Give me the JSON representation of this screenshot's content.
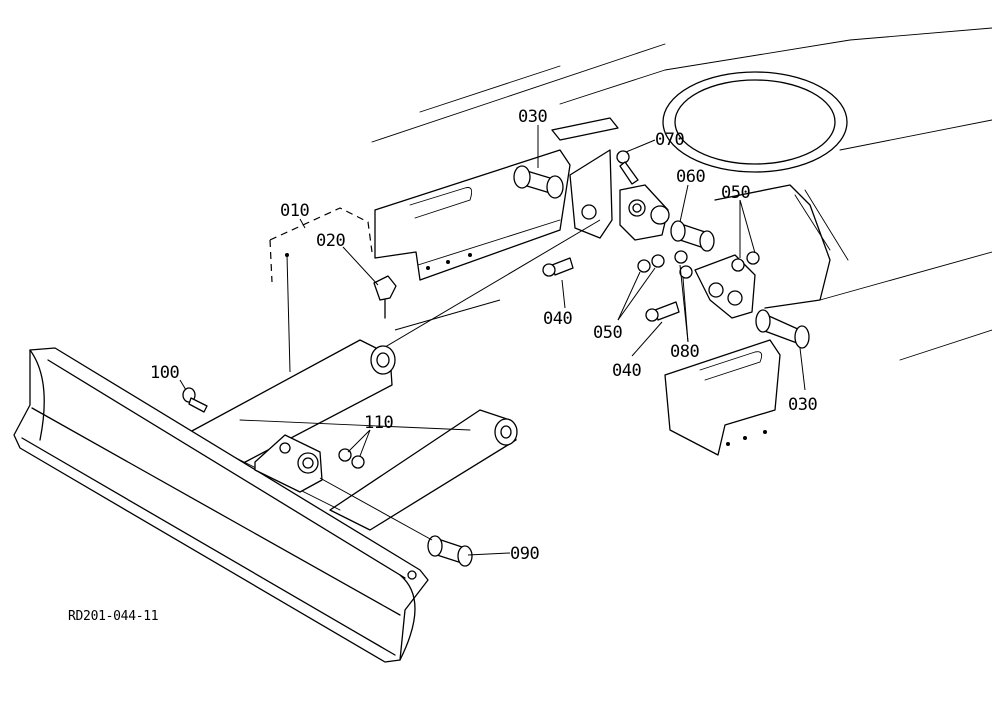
{
  "callouts": {
    "p010": "010",
    "p020": "020",
    "p030_top": "030",
    "p030_right": "030",
    "p040_left": "040",
    "p040_mid": "040",
    "p050_left": "050",
    "p050_right": "050",
    "p060": "060",
    "p070": "070",
    "p080": "080",
    "p090": "090",
    "p100": "100",
    "p110": "110"
  },
  "reference_code": "RD201-044-11"
}
